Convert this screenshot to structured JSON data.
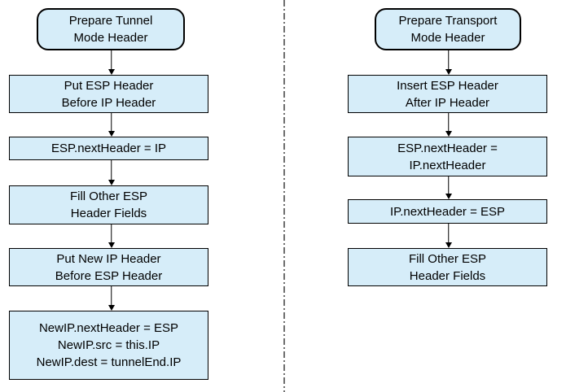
{
  "diagram": {
    "type": "flowchart",
    "background_color": "#ffffff",
    "box_fill_color": "#d6edf9",
    "box_border_color": "#000000",
    "divider_color": "#6e6e6e",
    "divider_style": "dash-dot-vertical"
  },
  "tunnel_flow": {
    "start": "Prepare Tunnel\nMode Header",
    "steps": [
      "Put ESP Header\nBefore IP Header",
      "ESP.nextHeader = IP",
      "Fill Other ESP\nHeader Fields",
      "Put New IP Header\nBefore ESP Header",
      "NewIP.nextHeader = ESP\nNewIP.src = this.IP\nNewIP.dest = tunnelEnd.IP"
    ]
  },
  "transport_flow": {
    "start": "Prepare Transport\nMode Header",
    "steps": [
      "Insert ESP Header\nAfter IP Header",
      "ESP.nextHeader =\nIP.nextHeader",
      "IP.nextHeader = ESP",
      "Fill Other ESP\nHeader Fields"
    ]
  }
}
